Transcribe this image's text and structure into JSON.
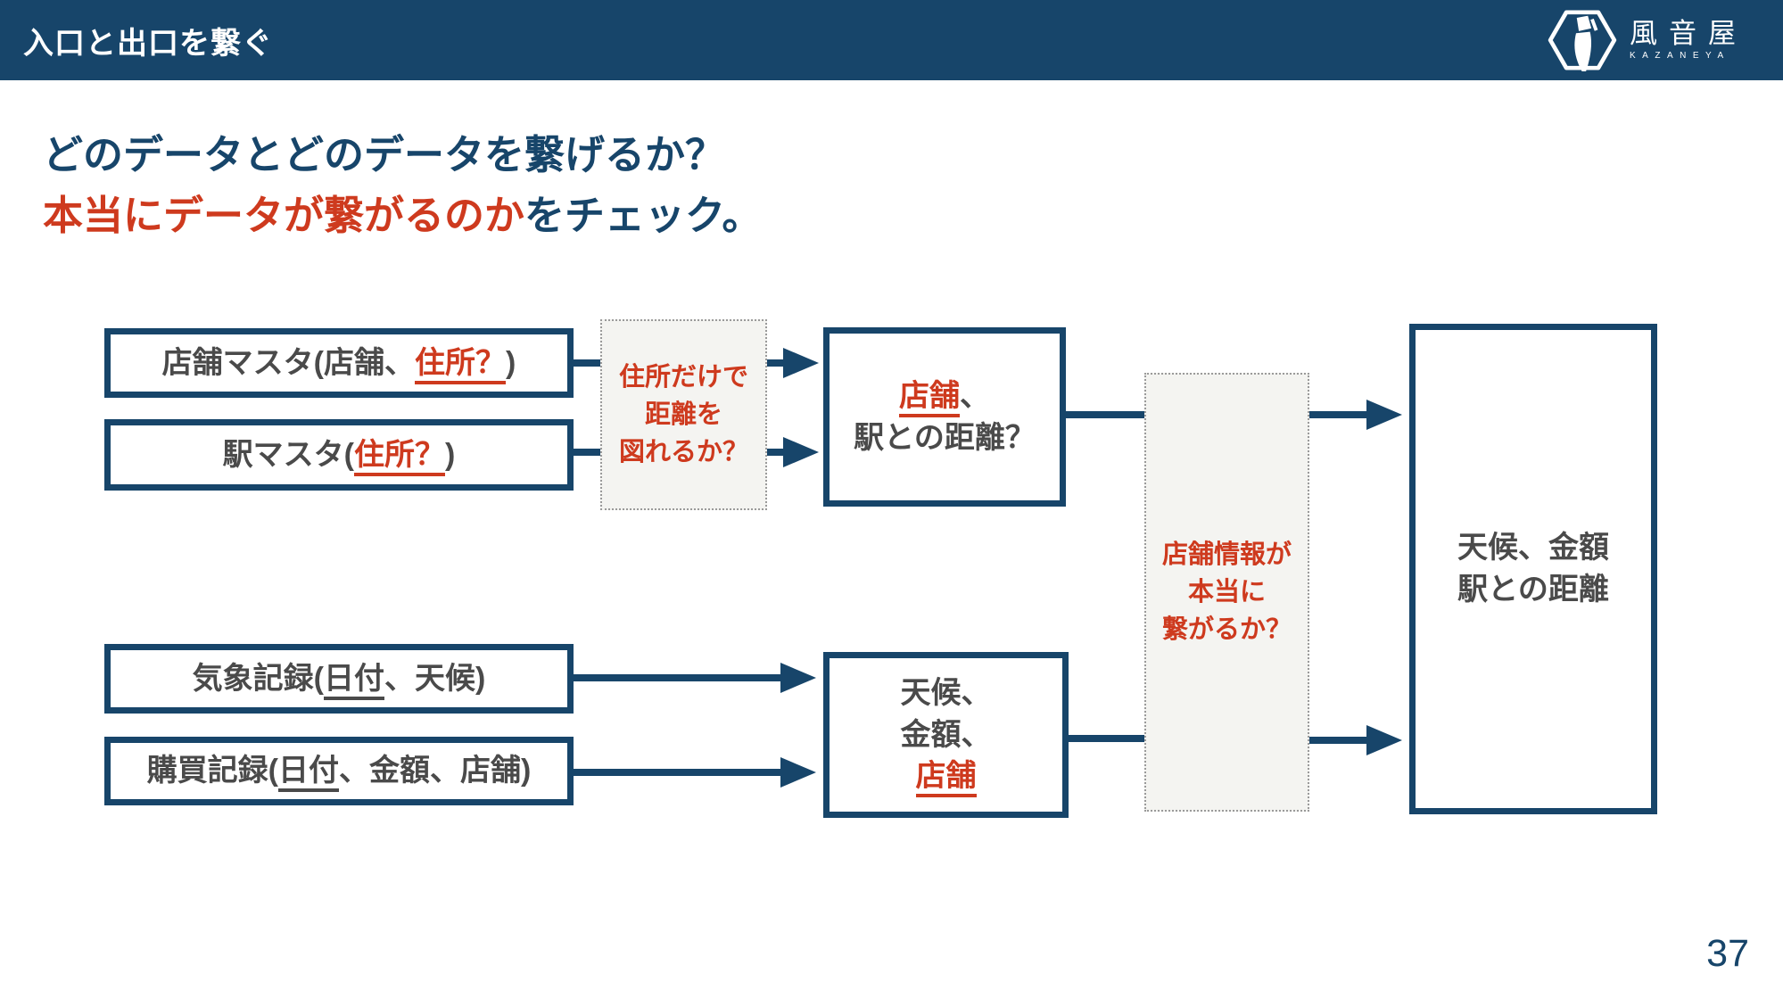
{
  "header": {
    "title": "入口と出口を繋ぐ",
    "logo_name": "風音屋",
    "logo_romaji": "KAZANEYA"
  },
  "headline": {
    "line1": "どのデータとどのデータを繋げるか？",
    "line2_red": "本当にデータが繋がるのか",
    "line2_dark": "をチェック。"
  },
  "diagram": {
    "store_master": [
      [
        {
          "t": "店舗マスタ(店舗、"
        },
        {
          "t": "住所？",
          "s": "ru"
        },
        {
          "t": ")"
        }
      ]
    ],
    "station_master": [
      [
        {
          "t": "駅マスタ("
        },
        {
          "t": "住所？",
          "s": "ru"
        },
        {
          "t": ")"
        }
      ]
    ],
    "weather_record": [
      [
        {
          "t": "気象記録("
        },
        {
          "t": "日付",
          "s": "gu"
        },
        {
          "t": "、天候)"
        }
      ]
    ],
    "purchase_record": [
      [
        {
          "t": "購買記録("
        },
        {
          "t": "日付",
          "s": "gu"
        },
        {
          "t": "、金額、店舗)"
        }
      ]
    ],
    "check_address": [
      [
        {
          "t": "住所だけで"
        }
      ],
      [
        {
          "t": "距離を"
        }
      ],
      [
        {
          "t": "図れるか？"
        }
      ]
    ],
    "store_distance": [
      [
        {
          "t": "店舗",
          "s": "ru"
        },
        {
          "t": "、"
        }
      ],
      [
        {
          "t": "駅との距離？"
        }
      ]
    ],
    "weather_amount_store": [
      [
        {
          "t": "天候、"
        }
      ],
      [
        {
          "t": "金額、"
        }
      ],
      [
        {
          "t": "店舗",
          "s": "ru"
        }
      ]
    ],
    "check_join": [
      [
        {
          "t": "店舗情報が"
        }
      ],
      [
        {
          "t": "本当に"
        }
      ],
      [
        {
          "t": "繋がるか？"
        }
      ]
    ],
    "final_output": [
      [
        {
          "t": "天候、金額"
        }
      ],
      [
        {
          "t": "駅との距離"
        }
      ]
    ]
  },
  "page_number": "37",
  "colors": {
    "navy": "#17456A",
    "red": "#CE3A1E",
    "gray": "#4A4A4A"
  }
}
